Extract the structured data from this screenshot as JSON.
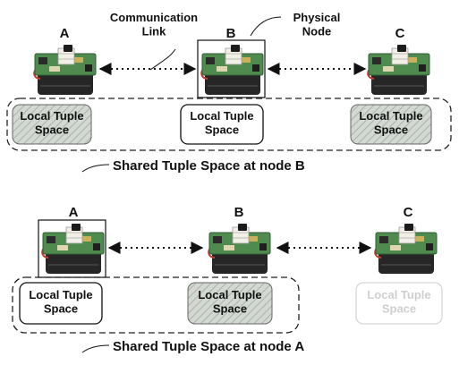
{
  "top_panel": {
    "annotation_link": "Communication\nLink",
    "annotation_node": "Physical\nNode",
    "nodes": [
      {
        "letter": "A",
        "highlighted": false,
        "dimmed": false
      },
      {
        "letter": "B",
        "highlighted": true,
        "dimmed": false
      },
      {
        "letter": "C",
        "highlighted": false,
        "dimmed": false
      }
    ],
    "spaces": [
      {
        "label": "Local Tuple\nSpace",
        "style": "hatched"
      },
      {
        "label": "Local Tuple\nSpace",
        "style": "white"
      },
      {
        "label": "Local Tuple\nSpace",
        "style": "hatched"
      }
    ],
    "caption": "Shared Tuple Space at node B"
  },
  "bottom_panel": {
    "nodes": [
      {
        "letter": "A",
        "highlighted": true,
        "dimmed": false
      },
      {
        "letter": "B",
        "highlighted": false,
        "dimmed": false
      },
      {
        "letter": "C",
        "highlighted": false,
        "dimmed": false
      }
    ],
    "spaces": [
      {
        "label": "Local Tuple\nSpace",
        "style": "white"
      },
      {
        "label": "Local Tuple\nSpace",
        "style": "hatched"
      },
      {
        "label": "Local Tuple\nSpace",
        "style": "faded"
      }
    ],
    "caption": "Shared Tuple Space at node A"
  },
  "colors": {
    "board_green": "#4f8a4f",
    "board_dark": "#2f5e35",
    "battery_dark": "#262626",
    "hatch_fill": "#c9cfc9",
    "faded_text": "#cfcfcf"
  }
}
